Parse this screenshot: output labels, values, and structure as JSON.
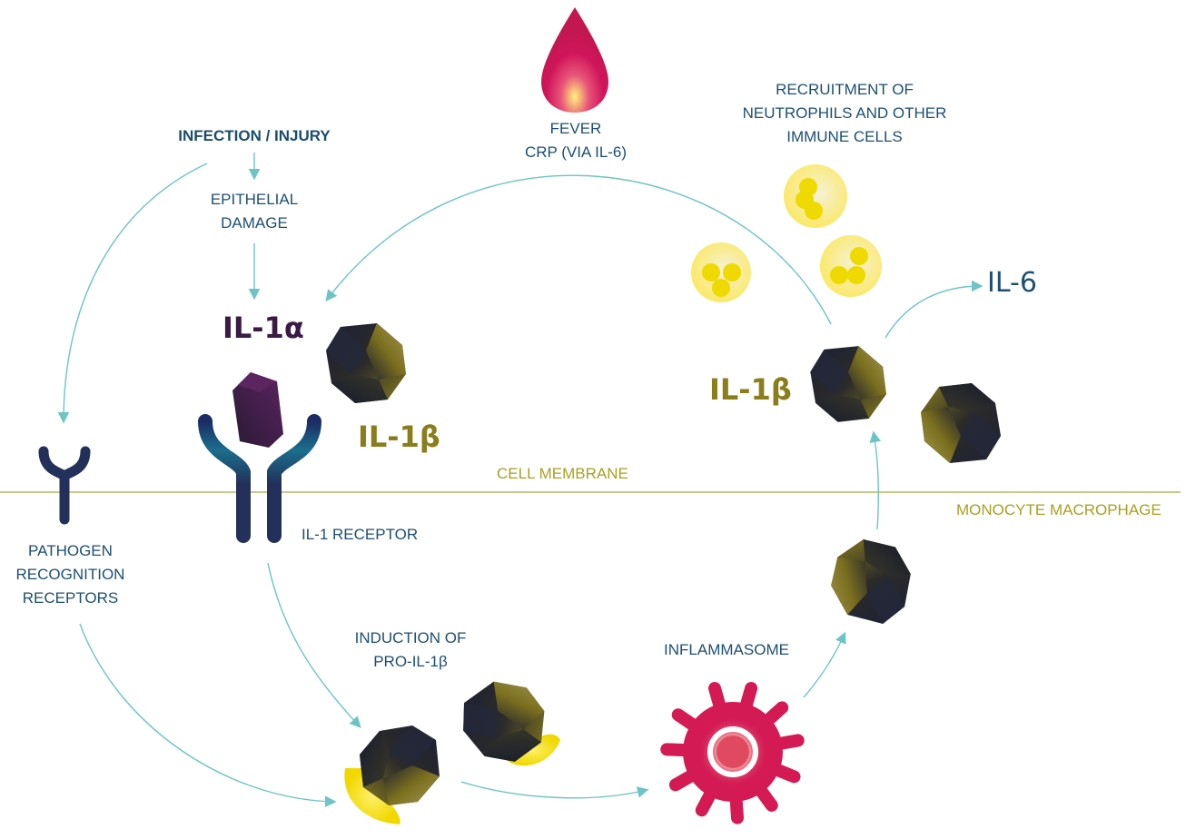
{
  "labels": {
    "infection": "INFECTION / INJURY",
    "epithelial": "EPITHELIAL\nDAMAGE",
    "fever": "FEVER\nCRP (VIA IL-6)",
    "recruitment": "RECRUITMENT OF\nNEUTROPHILS AND OTHER\nIMMUNE CELLS",
    "il1a": "IL-1α",
    "il1b_left": "IL-1β",
    "il1b_right": "IL-1β",
    "il6": "IL-6",
    "cell_membrane": "CELL MEMBRANE",
    "monocyte": "MONOCYTE MACROPHAGE",
    "pathogen": "PATHOGEN\nRECOGNITION\nRECEPTORS",
    "il1_receptor": "IL-1 RECEPTOR",
    "induction": "INDUCTION OF\nPRO-IL-1β",
    "inflammasome": "INFLAMMASOME"
  },
  "colors": {
    "arrow": "#6cc5c4",
    "membrane": "#cfc68a",
    "navy_text": "#1d4f72",
    "olive_text": "#8a7d1c",
    "il1a_text": "#3b1a45",
    "fever_drop": "#d0155a",
    "inflammasome": "#d41a55",
    "neutrophil": "#f1d900",
    "receptor": "#22305a"
  }
}
